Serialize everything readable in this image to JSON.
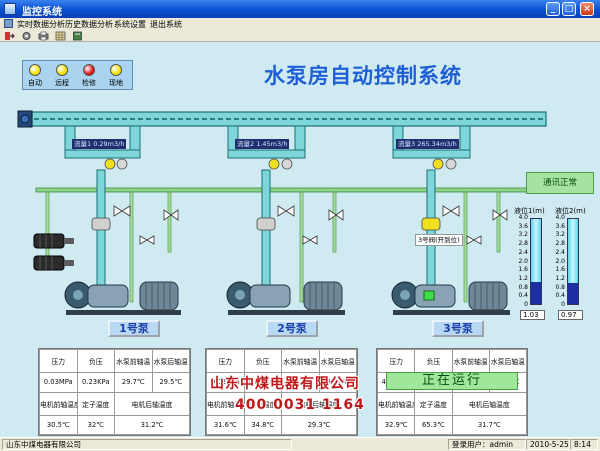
{
  "window": {
    "title": "监控系统",
    "minimize": "_",
    "maximize": "□",
    "close": "×"
  },
  "menu": {
    "items": [
      "实时数据分析",
      "历史数据分析",
      "系统设置",
      "退出系统"
    ]
  },
  "toolbar": {
    "icons": [
      "exit-arrow",
      "gear",
      "printer",
      "grid",
      "book"
    ]
  },
  "indicator_panel": {
    "lamps": [
      {
        "label": "自动",
        "color": "#f7e300"
      },
      {
        "label": "远程",
        "color": "#f7e300"
      },
      {
        "label": "检修",
        "color": "#e01212"
      },
      {
        "label": "现地",
        "color": "#f7e300"
      }
    ]
  },
  "main_title": "水泵房自动控制系统",
  "flows": [
    "流量1 0.29m3/h",
    "流量2 1.45m3/h",
    "流量3 265.34m3/h"
  ],
  "pump_labels": [
    "1号泵",
    "2号泵",
    "3号泵"
  ],
  "comm_status": "通讯正常",
  "valve_tag": "3号阀(开到位)",
  "gauges": {
    "max": 4.0,
    "ticks": [
      "4.0",
      "3.6",
      "3.2",
      "2.8",
      "2.4",
      "2.0",
      "1.6",
      "1.2",
      "0.8",
      "0.4",
      "0"
    ],
    "items": [
      {
        "title": "液位1(m)",
        "value": "1.03",
        "level": 1.03
      },
      {
        "title": "液位2(m)",
        "value": "0.97",
        "level": 0.97
      }
    ]
  },
  "tables": [
    {
      "header1": [
        "压力",
        "负压",
        "水泵前轴温",
        "水泵后轴温"
      ],
      "values1": [
        "0.03MPa",
        "0.23KPa",
        "29.7℃",
        "29.5℃"
      ],
      "header2": [
        "电机前轴温度",
        "定子温度",
        "电机后轴温度"
      ],
      "values2": [
        "30.5℃",
        "32℃",
        "31.2℃"
      ]
    },
    {
      "header1": [
        "压力",
        "负压",
        "水泵前轴温",
        "水泵后轴温"
      ],
      "values1": [
        "0.02MPa",
        "-1.22KPa",
        "29.3℃",
        "32.2℃"
      ],
      "header2": [
        "电机前轴温度",
        "定子温度",
        "电机后轴温度"
      ],
      "values2": [
        "31.6℃",
        "34.8℃",
        "29.3℃"
      ]
    },
    {
      "header1": [
        "压力",
        "负压",
        "水泵前轴温",
        "水泵后轴温"
      ],
      "values1": [
        "4.69MPa",
        "0.93KPa",
        "32℃",
        "32.8℃"
      ],
      "header2": [
        "电机前轴温度",
        "定子温度",
        "电机后轴温度"
      ],
      "values2": [
        "32.9℃",
        "65.3℃",
        "31.7℃"
      ]
    }
  ],
  "status_banner": "正在运行",
  "watermark": {
    "company": "山东中煤电器有限公司",
    "phone": "400 0031 1164"
  },
  "status_bar": {
    "company": "山东中煤电器有限公司",
    "user": "登录用户：admin",
    "date": "2010-5-25",
    "time": "8:14"
  }
}
